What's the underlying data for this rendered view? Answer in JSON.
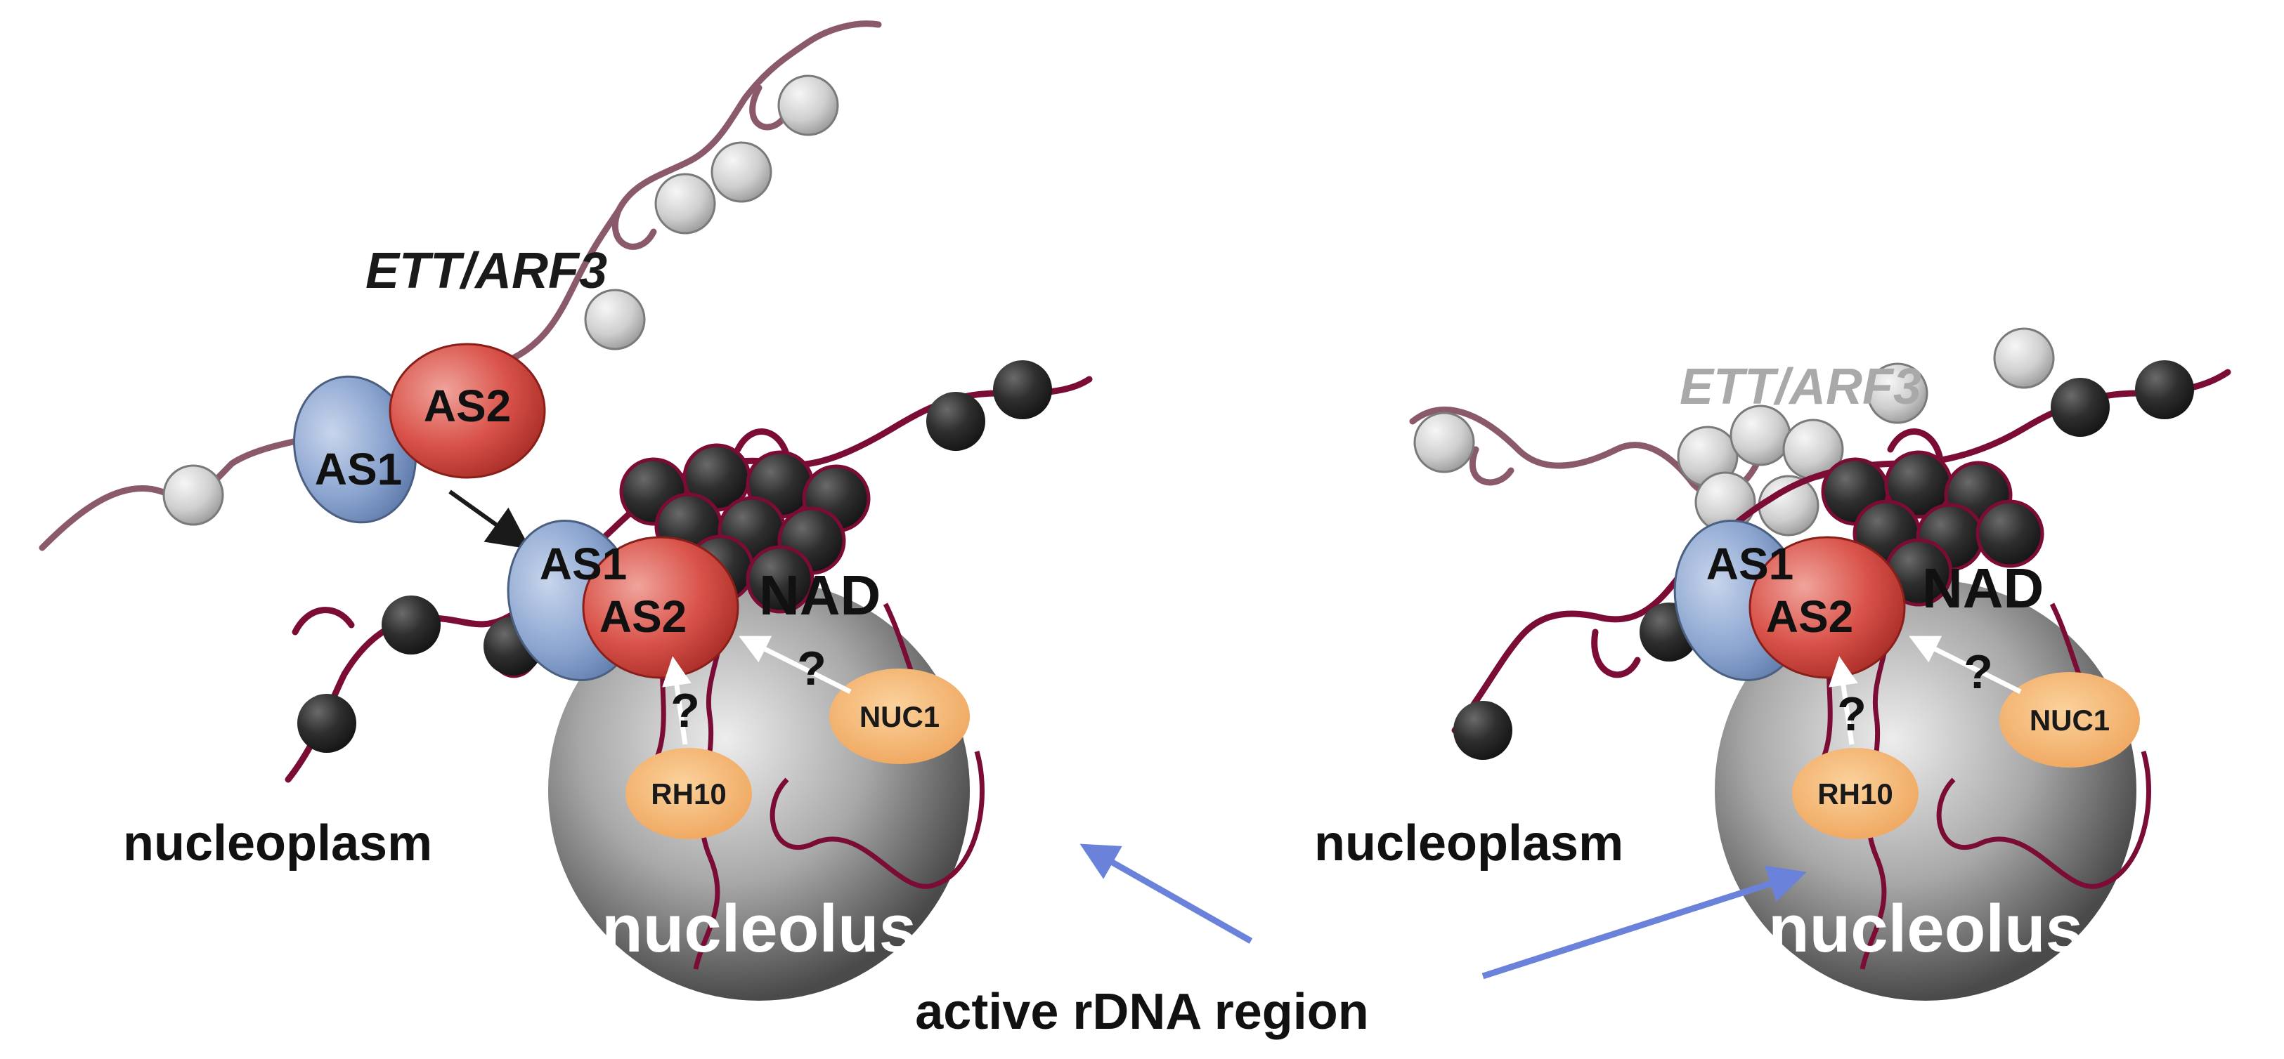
{
  "panels": [
    {
      "gene_label": "ETT/ARF3",
      "protein_free_1": "AS1",
      "protein_free_2": "AS2",
      "protein_bound_1": "AS1",
      "protein_bound_2": "AS2",
      "nad_label": "NAD",
      "question_mark_1": "?",
      "question_mark_2": "?",
      "factor_1": "RH10",
      "factor_2": "NUC1",
      "nucleoplasm_label": "nucleoplasm",
      "nucleolus_label": "nucleolus"
    },
    {
      "gene_label": "ETT/ARF3",
      "protein_bound_1": "AS1",
      "protein_bound_2": "AS2",
      "nad_label": "NAD",
      "question_mark_1": "?",
      "question_mark_2": "?",
      "factor_1": "RH10",
      "factor_2": "NUC1",
      "nucleoplasm_label": "nucleoplasm",
      "nucleolus_label": "nucleolus"
    }
  ],
  "shared_label": "active rDNA region",
  "colors": {
    "chromatin_strand": "#7a0c35",
    "gene_strand": "#8a5a6c",
    "dark_nucleosome": "#2e2e2e",
    "light_nucleosome": "#c8c8c8",
    "as1": "#7f9bc6",
    "as2": "#d9534a",
    "factor": "#f2b26b",
    "arrow_blue": "#6a82d9",
    "gene_label_panel_2": "#a9a9a9"
  }
}
